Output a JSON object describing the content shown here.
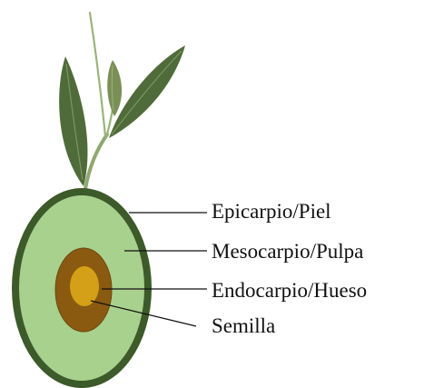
{
  "diagram": {
    "labels": {
      "epicarp": "Epicarpio/Piel",
      "mesocarp": "Mesocarpio/Pulpa",
      "endocarp": "Endocarpio/Hueso",
      "seed": "Semilla"
    },
    "colors": {
      "epicarp": "#3d5a2a",
      "mesocarp": "#a9d18e",
      "endocarp": "#8a5a10",
      "seed": "#d4a017",
      "leaf_dark": "#4f6b3a",
      "leaf_light": "#7a8f55",
      "stem": "#8fa870",
      "leader_line": "#111111"
    }
  }
}
